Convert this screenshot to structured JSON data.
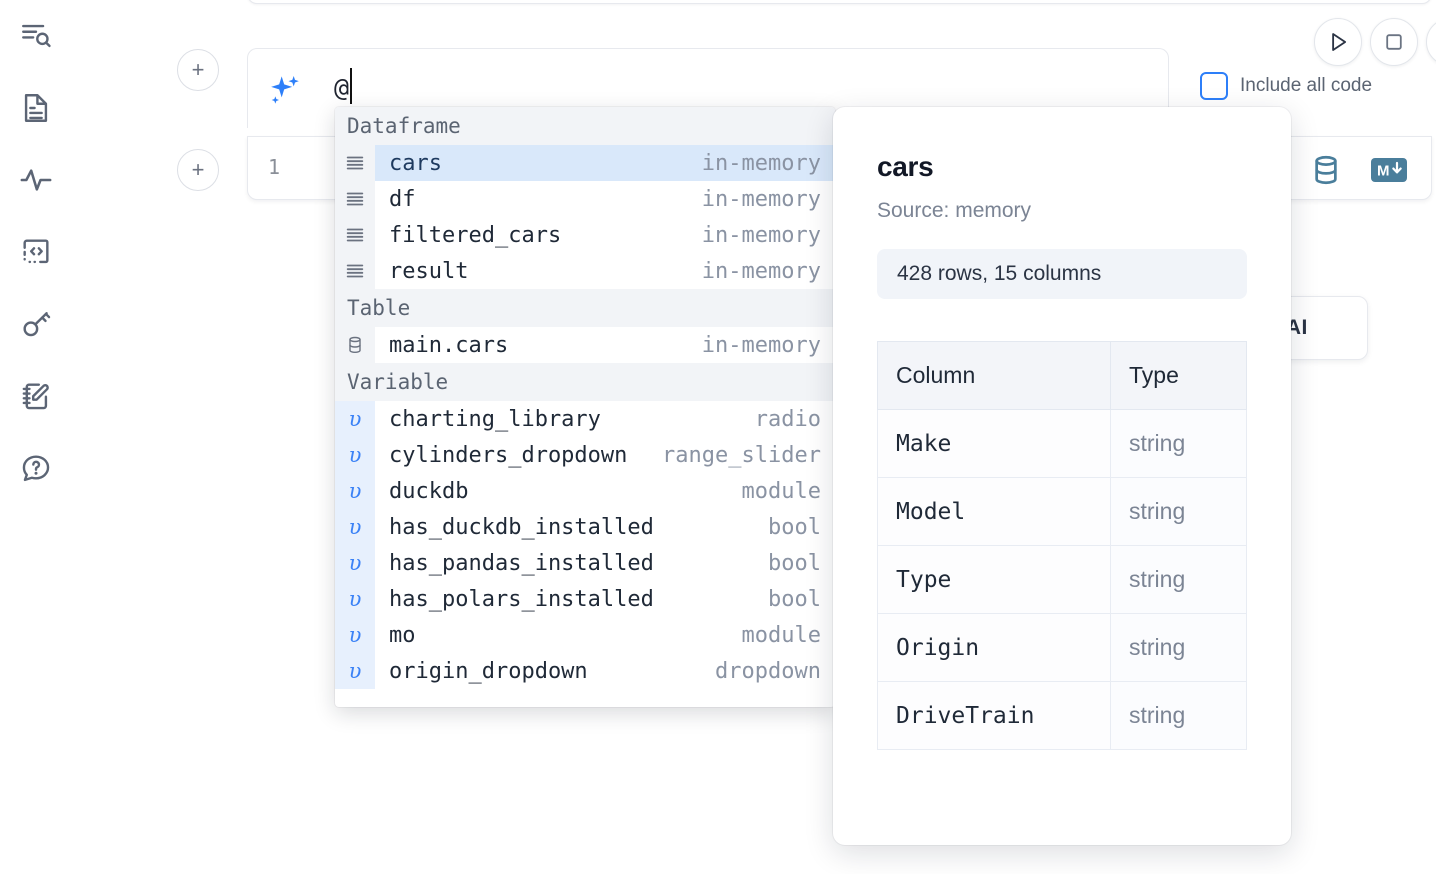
{
  "rail": {
    "items": [
      {
        "name": "file-explorer-search-icon",
        "label": "Explore files"
      },
      {
        "name": "document-outline-icon",
        "label": "Outline"
      },
      {
        "name": "activity-variables-icon",
        "label": "Variables"
      },
      {
        "name": "code-snippets-icon",
        "label": "Snippets"
      },
      {
        "name": "secrets-key-icon",
        "label": "Secrets"
      },
      {
        "name": "scratchpad-edit-icon",
        "label": "Scratchpad"
      },
      {
        "name": "help-chat-icon",
        "label": "Help"
      }
    ]
  },
  "toolbar": {
    "run_label": "Run",
    "stop_label": "Interrupt",
    "add_cell_label": "+",
    "include_all_code_label": "Include all code",
    "include_all_code_checked": false,
    "ai_card_label": "h AI"
  },
  "prompt": {
    "value": "@",
    "ai_icon": "sparkle-icon"
  },
  "cell": {
    "line_number": "1",
    "icons": [
      {
        "name": "database-icon"
      },
      {
        "name": "markdown-icon",
        "label": "M"
      }
    ]
  },
  "autocomplete": {
    "groups": [
      {
        "label": "Dataframe",
        "gutter_kind": "list",
        "items": [
          {
            "name": "cars",
            "type": "in-memory",
            "selected": true
          },
          {
            "name": "df",
            "type": "in-memory",
            "selected": false
          },
          {
            "name": "filtered_cars",
            "type": "in-memory",
            "selected": false
          },
          {
            "name": "result",
            "type": "in-memory",
            "selected": false
          }
        ]
      },
      {
        "label": "Table",
        "gutter_kind": "database",
        "items": [
          {
            "name": "main.cars",
            "type": "in-memory",
            "selected": false
          }
        ]
      },
      {
        "label": "Variable",
        "gutter_kind": "variable",
        "items": [
          {
            "name": "charting_library",
            "type": "radio",
            "selected": false
          },
          {
            "name": "cylinders_dropdown",
            "type": "range_slider",
            "selected": false
          },
          {
            "name": "duckdb",
            "type": "module",
            "selected": false
          },
          {
            "name": "has_duckdb_installed",
            "type": "bool",
            "selected": false
          },
          {
            "name": "has_pandas_installed",
            "type": "bool",
            "selected": false
          },
          {
            "name": "has_polars_installed",
            "type": "bool",
            "selected": false
          },
          {
            "name": "mo",
            "type": "module",
            "selected": false
          },
          {
            "name": "origin_dropdown",
            "type": "dropdown",
            "selected": false
          }
        ]
      }
    ]
  },
  "info": {
    "title": "cars",
    "source": "Source: memory",
    "shape": "428 rows, 15 columns",
    "table": {
      "headers": [
        "Column",
        "Type"
      ],
      "rows": [
        [
          "Make",
          "string"
        ],
        [
          "Model",
          "string"
        ],
        [
          "Type",
          "string"
        ],
        [
          "Origin",
          "string"
        ],
        [
          "DriveTrain",
          "string"
        ]
      ]
    }
  },
  "colors": {
    "accent_blue": "#2d7ff9",
    "selection_blue": "#d9e8fa",
    "icon_steel": "#4a7e9b",
    "muted_text": "#8a93a3"
  }
}
